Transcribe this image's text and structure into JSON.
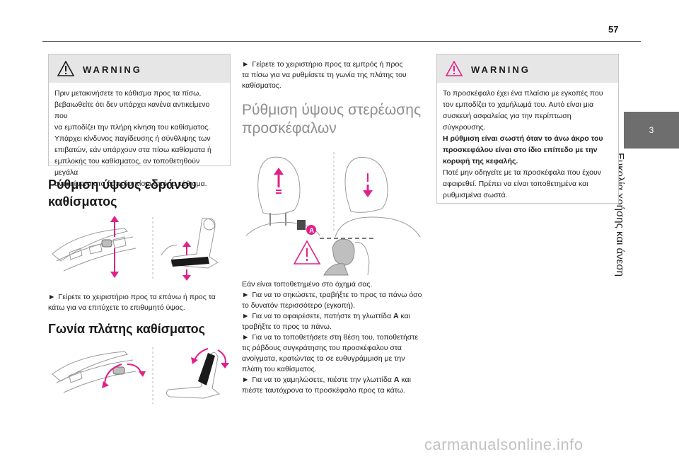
{
  "page": {
    "number": "57"
  },
  "side_tab": {
    "chapter": "3",
    "title": "Ευκολία χρήσης και άνεση"
  },
  "left": {
    "warning": {
      "title": "WARNING",
      "lines": [
        "Πριν μετακινήσετε το κάθισμα προς τα πίσω,",
        "βεβαιωθείτε ότι δεν υπάρχει κανένα αντικείμενο που",
        "να εμποδίζει την πλήρη κίνηση του καθίσματος.",
        "Υπάρχει κίνδυνος παγίδευσης ή σύνθλιψης των",
        "επιβατών, εάν υπάρχουν στα πίσω καθίσματα ή",
        "εμπλοκής του καθίσματος, αν τοποθετηθούν μεγάλα",
        "αντικείμενα στο δάπεδο πίσω από το κάθισμα."
      ]
    },
    "height_heading": [
      "Ρύθμιση ύψους εδράνου",
      "καθίσματος"
    ],
    "height_text": [
      "Γείρετε το χειριστήριο προς τα επάνω ή προς τα",
      "κάτω για να επιτύχετε το επιθυμητό ύψος."
    ],
    "angle_heading": "Γωνία πλάτης καθίσματος"
  },
  "mid": {
    "angle_text": [
      "Γείρετε το χειριστήριο προς τα εμπρός ή προς",
      "τα πίσω για να ρυθμίσετε τη γωνία της πλάτης του",
      "καθίσματος."
    ],
    "headrest_heading": [
      "Ρύθμιση ύψους στερέωσης",
      "προσκέφαλων"
    ],
    "label_a": "A",
    "intro": "Εάν είναι τοποθετημένο στο όχημά σας.",
    "steps": [
      [
        "Για να το σηκώσετε, τραβήξτε το προς τα πάνω όσο",
        "το δυνατόν περισσότερο (εγκοπή)."
      ],
      [
        "Για να το αφαιρέσετε, πατήστε τη γλωττίδα ",
        "A",
        " και",
        "τραβήξτε το προς τα πάνω."
      ],
      [
        "Για να το τοποθετήσετε στη θέση του, τοποθετήστε",
        "τις ράβδους συγκράτησης του προσκέφαλου στα",
        "ανοίγματα, κρατώντας τα σε ευθυγράμμιση με την",
        "πλάτη του καθίσματος."
      ],
      [
        "Για να το χαμηλώσετε, πιέστε την γλωττίδα ",
        "A",
        " και",
        "πιέστε ταυτόχρονα το προσκέφαλο προς τα κάτω."
      ]
    ]
  },
  "right": {
    "warning": {
      "title": "WARNING",
      "lines": [
        "Το προσκέφαλο έχει ένα πλαίσιο με εγκοπές που",
        "τον εμποδίζει το χαμήλωμά του. Αυτό είναι μια",
        "συσκευή ασφαλείας για την περίπτωση",
        "σύγκρουσης."
      ],
      "bold_lines": [
        "Η ρύθμιση είναι σωστή όταν το άνω άκρο του",
        "προσκεφάλου είναι στο ίδιο επίπεδο με την",
        "κορυφή της κεφαλής."
      ],
      "tail_lines": [
        "Ποτέ μην οδηγείτε με τα προσκέφαλα που έχουν",
        "αφαιρεθεί. Πρέπει να είναι τοποθετημένα και",
        "ρυθμισμένα σωστά."
      ]
    }
  },
  "watermark": "carmanualsonline.info",
  "colors": {
    "accent": "#e0218a",
    "warning_header": "#e6e6e6",
    "side_tab": "#6e6e6e",
    "heading_grey": "#8f8f8f"
  }
}
